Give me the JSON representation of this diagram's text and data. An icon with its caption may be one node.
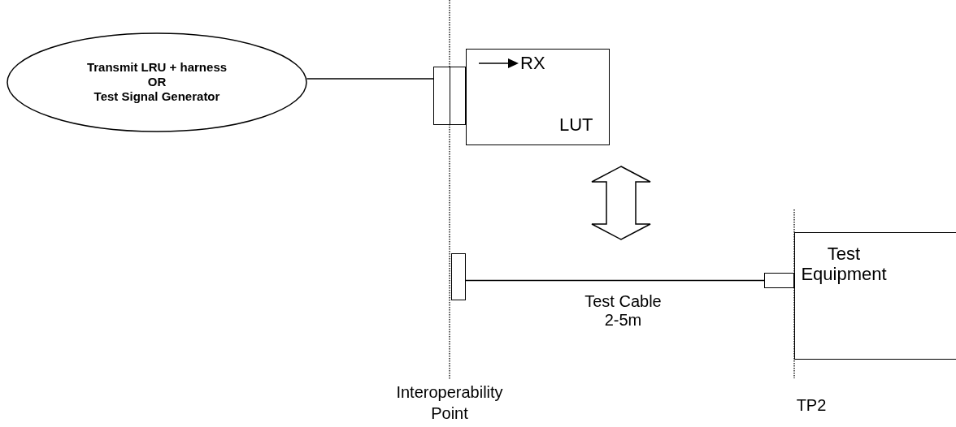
{
  "diagram": {
    "nodes": [
      {
        "text": [
          "Transmit LRU + harness",
          "OR",
          "Test Signal Generator"
        ]
      },
      {
        "text": [
          "RX",
          "LUT"
        ]
      },
      {
        "text": [],
        "shape": "box"
      },
      {
        "text": [],
        "shape": "box"
      },
      {
        "text": [],
        "shape": "box"
      },
      {
        "text": [
          "Test Equipment"
        ]
      }
    ],
    "edges": [
      {
        "from": 0,
        "to": 2,
        "arrow": "none"
      },
      {
        "from": 3,
        "to": 4,
        "arrow": "none",
        "label": "Test Cable 2-5m"
      }
    ],
    "labels": [
      "Interoperability Point",
      "TP2"
    ]
  }
}
